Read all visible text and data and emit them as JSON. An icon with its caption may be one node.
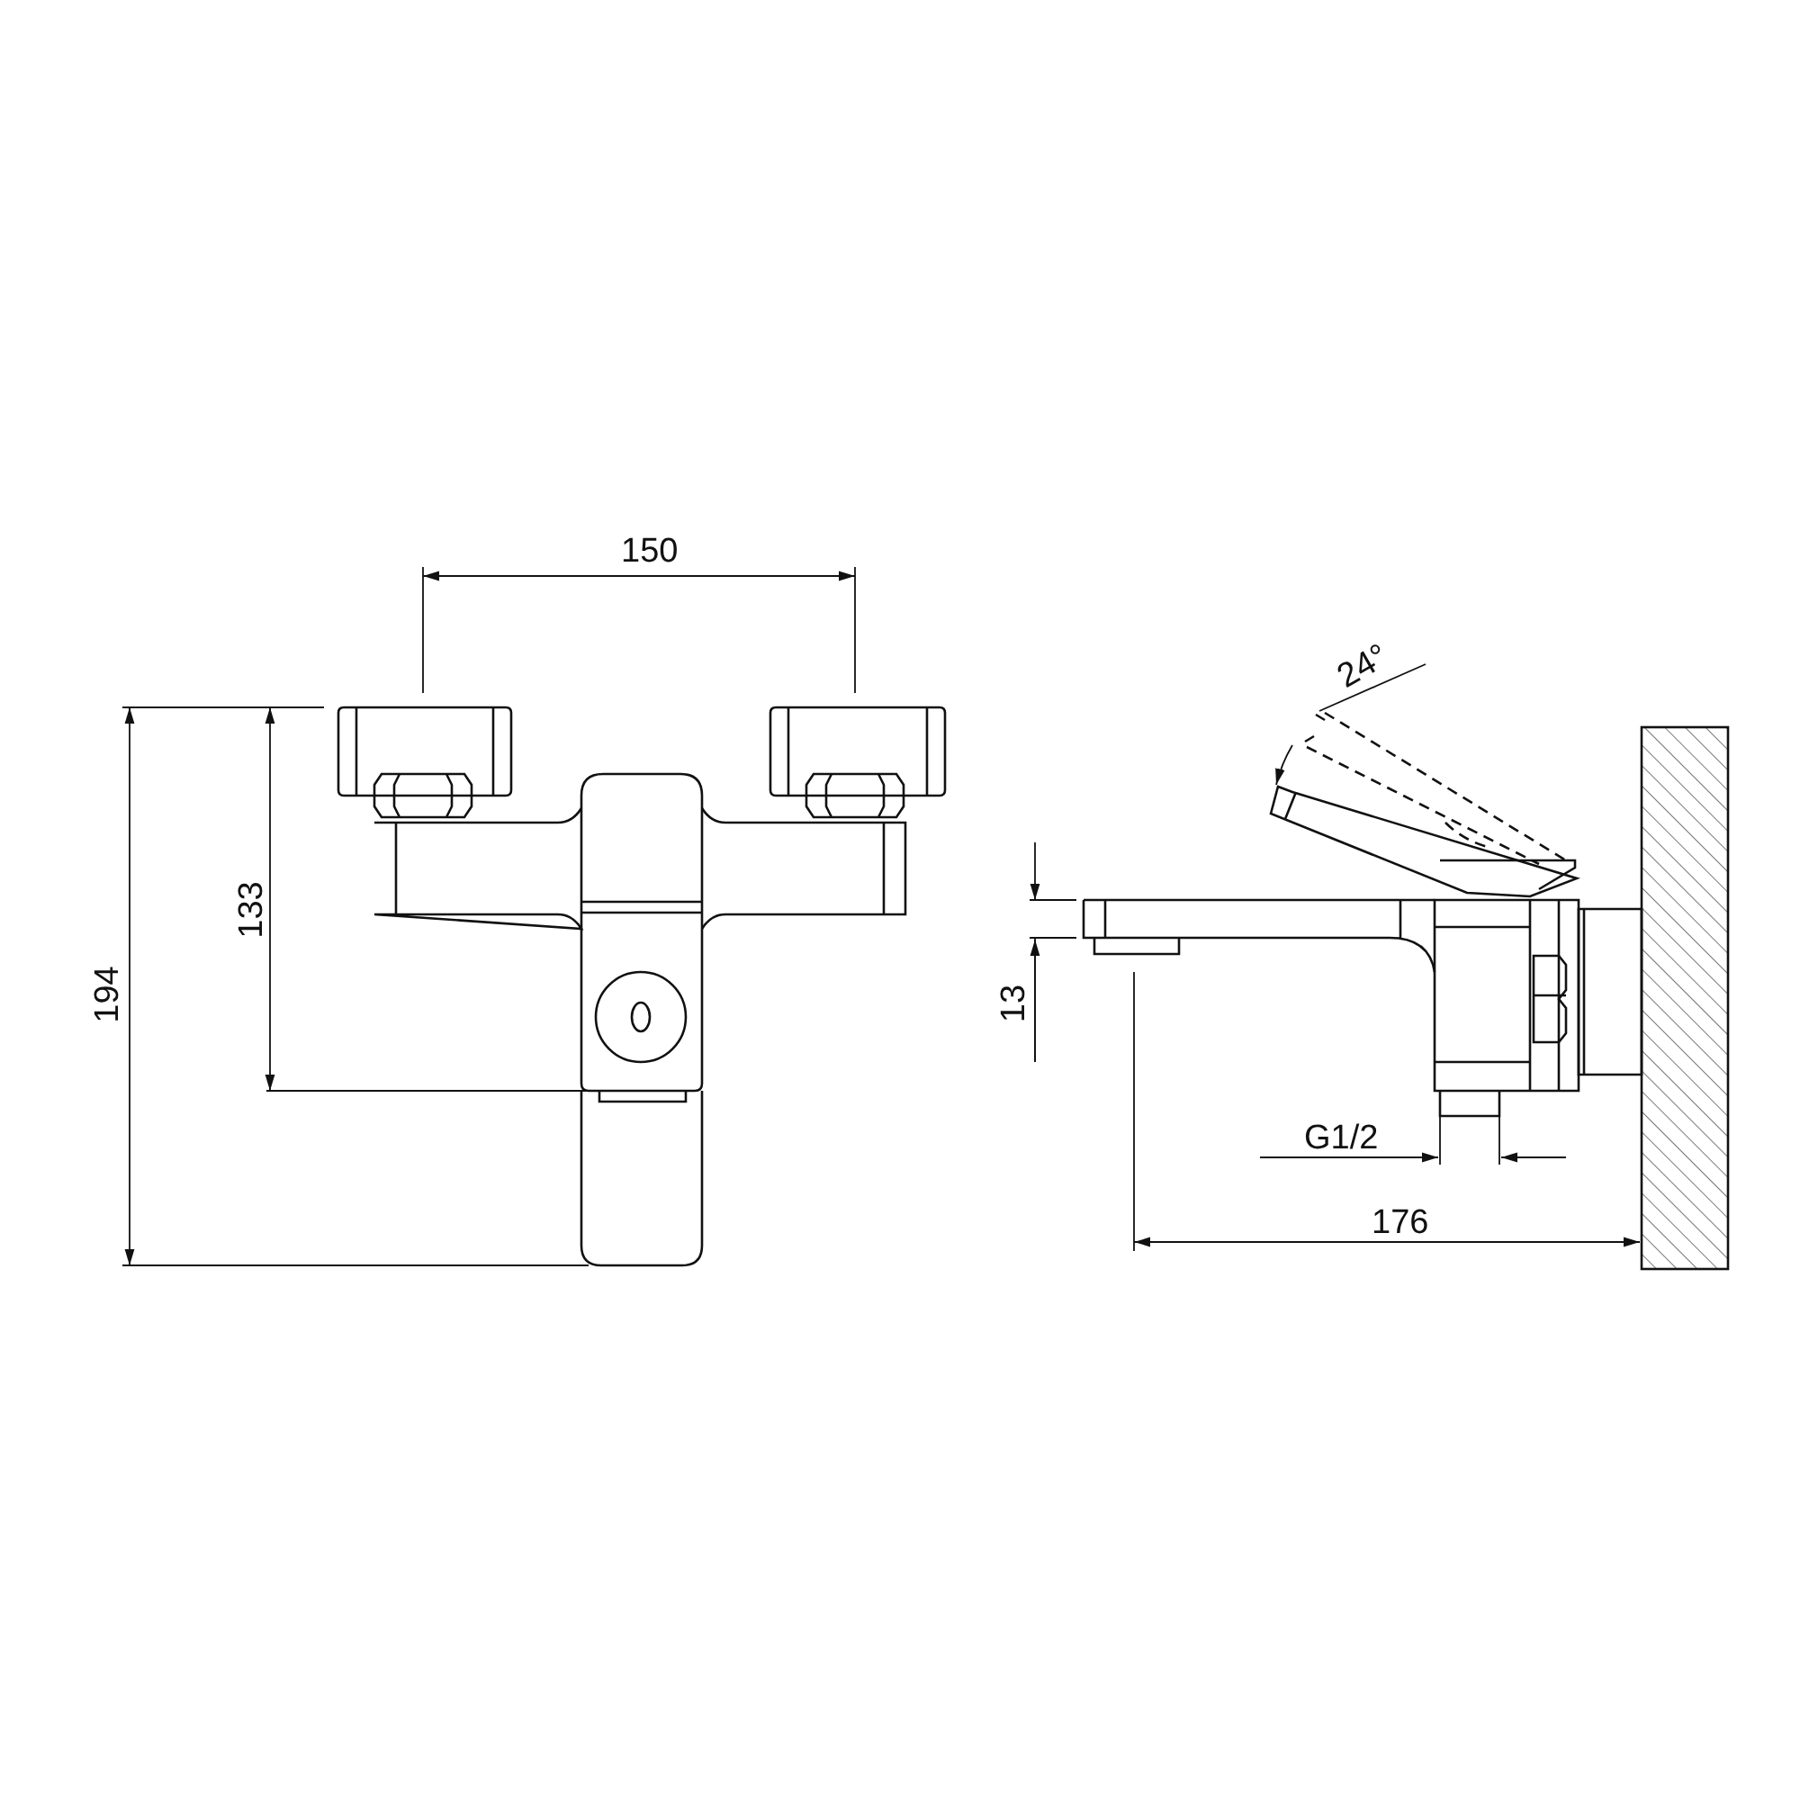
{
  "diagram": {
    "labels": [
      "150",
      "133",
      "194",
      "24°",
      "13",
      "G1/2",
      "176"
    ]
  }
}
